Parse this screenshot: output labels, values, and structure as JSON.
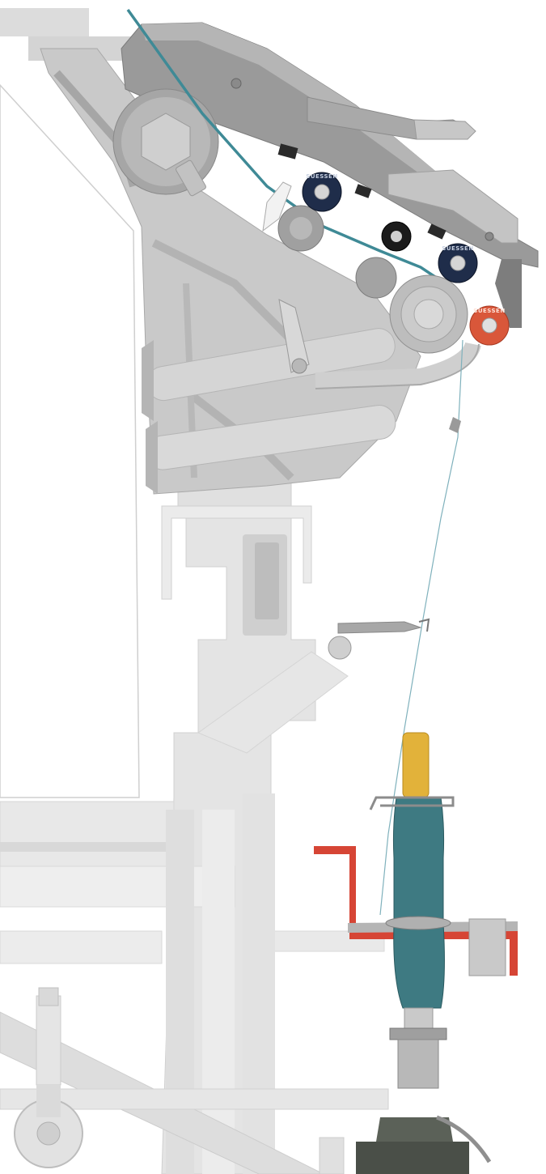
{
  "colors": {
    "background": "#ffffff",
    "frame_light": "#e6e6e6",
    "frame_mid": "#d2d2d2",
    "frame_shadow": "#bdbdbd",
    "arm_dark": "#8c8c8c",
    "arm_mid": "#a9a9a9",
    "yarn": "#3f8a96",
    "apron": "#3e7a82",
    "roller_navy": "#1f2d4a",
    "roller_red": "#d9573a",
    "bracket_red": "#d64535",
    "bobbin_tip": "#e2b23a",
    "spindle_base": "#4a4f48"
  },
  "rollers": {
    "top_1": {
      "label": "SUESSEN"
    },
    "top_2": {
      "label": "SUESSEN"
    },
    "top_3": {
      "label": "SUESSEN"
    }
  }
}
